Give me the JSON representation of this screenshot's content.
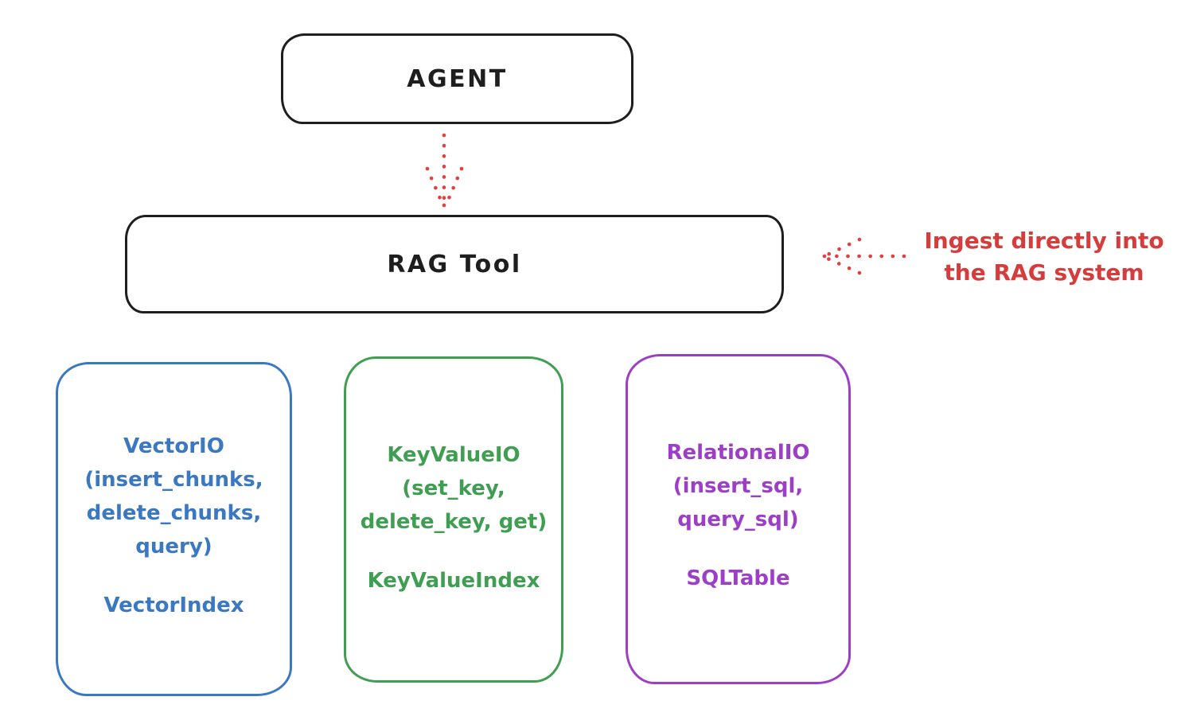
{
  "diagram": {
    "title_hint": "RAG Tool architecture sketch",
    "colors": {
      "stroke_black": "#1e1e1e",
      "arrow_red": "#e04040",
      "annotation_red": "#d63c3c",
      "vector_blue": "#3b78c2",
      "keyvalue_green": "#3f9e52",
      "relational_purple": "#9d3fc6"
    },
    "agent": {
      "label": "AGENT"
    },
    "rag_tool": {
      "label": "RAG Tool"
    },
    "annotation": {
      "line1": "Ingest directly into",
      "line2": "the RAG system"
    },
    "stores": [
      {
        "id": "vector-io",
        "color": "#3b78c2",
        "io_lines": [
          "VectorIO",
          "(insert_chunks,",
          "delete_chunks,",
          "query)"
        ],
        "index_label": "VectorIndex"
      },
      {
        "id": "keyvalue-io",
        "color": "#3f9e52",
        "io_lines": [
          "KeyValueIO",
          "(set_key,",
          "delete_key, get)"
        ],
        "index_label": "KeyValueIndex"
      },
      {
        "id": "relational-io",
        "color": "#9d3fc6",
        "io_lines": [
          "RelationalIO",
          "(insert_sql,",
          "query_sql)"
        ],
        "index_label": "SQLTable"
      }
    ]
  }
}
